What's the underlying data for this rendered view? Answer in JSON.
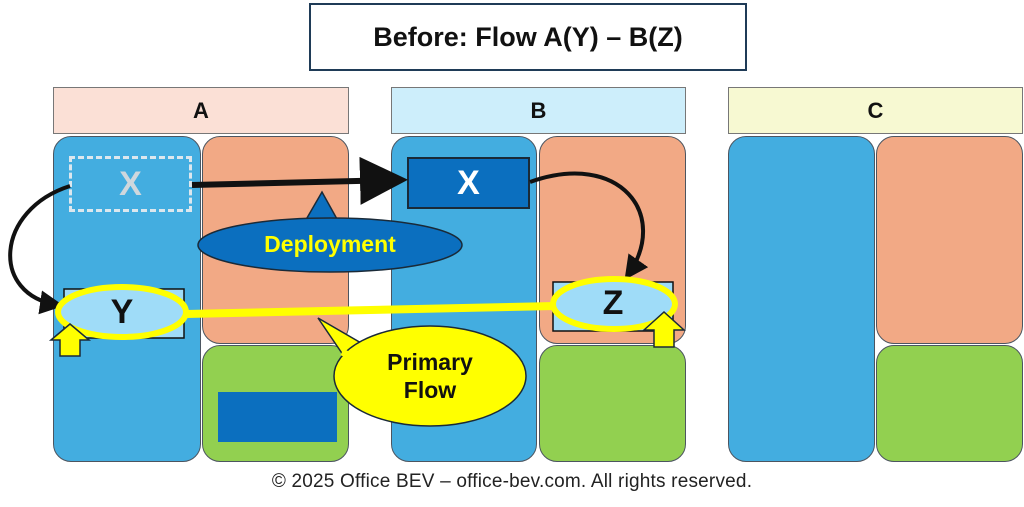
{
  "title": "Before: Flow A(Y) – B(Z)",
  "columns": {
    "a": {
      "label": "A",
      "header_color": "#fbe0d6"
    },
    "b": {
      "label": "B",
      "header_color": "#cdeefb"
    },
    "c": {
      "label": "C",
      "header_color": "#f7f9d2"
    }
  },
  "nodes": {
    "x_source": "X",
    "x_target": "X",
    "y": "Y",
    "z": "Z"
  },
  "callouts": {
    "deployment": "Deployment",
    "primary_flow_line1": "Primary",
    "primary_flow_line2": "Flow"
  },
  "colors": {
    "server_blue": "#43ade0",
    "server_orange": "#f2a985",
    "server_green": "#92d050",
    "component_blue": "#0b6fbf",
    "highlight_yellow": "#ffff00",
    "node_fill": "#9fdcf8",
    "deployment_text": "#ffff00"
  },
  "footer": "© 2025 Office BEV – office-bev.com. All rights reserved."
}
